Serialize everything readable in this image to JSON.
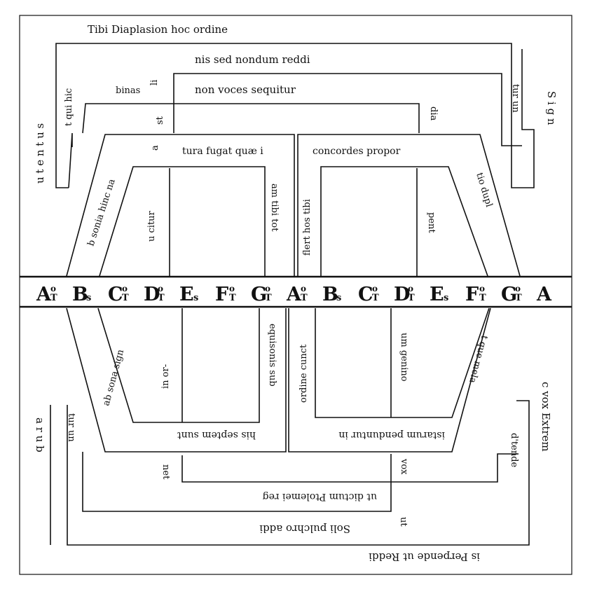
{
  "phrases": {
    "t1": "Tibi  Diaplasion  hoc  ordine",
    "t2": "nis  sed  nondum  reddi",
    "t3": "binas",
    "t4": "li",
    "t5": "non  voces  sequitur",
    "t6": "st",
    "t7": "a",
    "t8": "tura fugat quæ i",
    "t9": "concordes  propor",
    "t10": "t qui hic",
    "t11": "dia",
    "t12": "tur un",
    "t13": "u  t e n t u s",
    "t14": "S i g n",
    "t15": "b sonia hinc na",
    "t16": "u citur",
    "t17": "am tibi tot",
    "t18": "flert hos tibi",
    "t19": "pent",
    "t20": "tio dupl",
    "b1": "ab sona sign",
    "b2": "in or-",
    "b3": "equisonis sub",
    "b4": "ordine cunct",
    "b5": "um  genino",
    "b6": "t que mela",
    "b7": "his septem sunt",
    "b8": "istarum penduntur in",
    "b9": "net",
    "b10": "vox",
    "b11": "d'tende",
    "b12": "c  vox  Extrem",
    "b13": "ut dictum Ptolemei reg",
    "b14": "tur un",
    "b15": "a r u b",
    "b16": "Soli  pulchro  addi",
    "b17": "ut",
    "b18": "is  Perpende  ut  Reddi"
  },
  "notes": [
    {
      "letter": "A",
      "sup": "o",
      "sub": "T"
    },
    {
      "letter": "B",
      "sup": "",
      "sub": "s"
    },
    {
      "letter": "C",
      "sup": "o",
      "sub": "T"
    },
    {
      "letter": "D",
      "sup": "o",
      "sub": "T"
    },
    {
      "letter": "E",
      "sup": "",
      "sub": "s"
    },
    {
      "letter": "F",
      "sup": "o",
      "sub": "T"
    },
    {
      "letter": "G",
      "sup": "o",
      "sub": "T"
    },
    {
      "letter": "A",
      "sup": "o",
      "sub": "T"
    },
    {
      "letter": "B",
      "sup": "",
      "sub": "s"
    },
    {
      "letter": "C",
      "sup": "o",
      "sub": "T"
    },
    {
      "letter": "D",
      "sup": "o",
      "sub": "T"
    },
    {
      "letter": "E",
      "sup": "",
      "sub": "s"
    },
    {
      "letter": "F",
      "sup": "o",
      "sub": "T"
    },
    {
      "letter": "G",
      "sup": "o",
      "sub": "T"
    },
    {
      "letter": "A",
      "sup": "",
      "sub": ""
    }
  ]
}
